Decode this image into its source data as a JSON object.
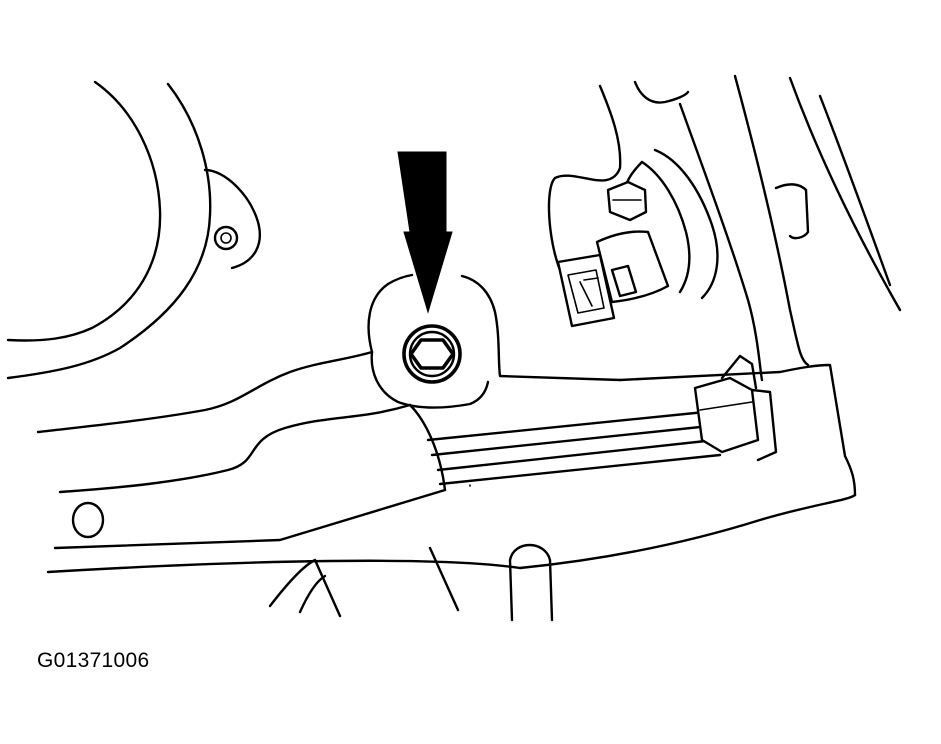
{
  "figure": {
    "id_label": "G01371006"
  },
  "colors": {
    "ink": "#000000",
    "paper": "#ffffff"
  },
  "callouts": [
    {
      "name": "location-arrow",
      "points_to": "hex-plug-bolt"
    }
  ]
}
